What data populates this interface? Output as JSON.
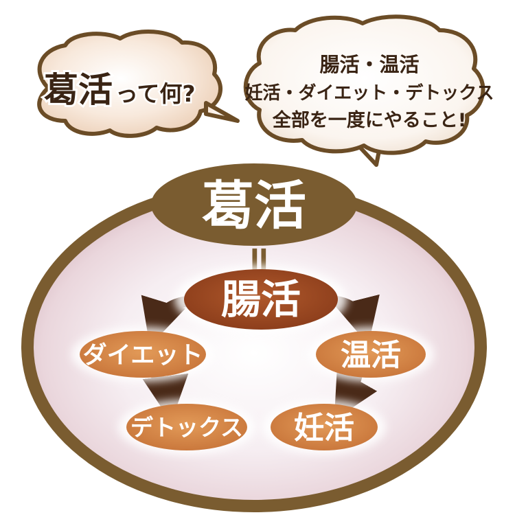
{
  "question_bubble": {
    "main": "葛活",
    "tail": "って何?"
  },
  "answer_bubble": {
    "lines": [
      "腸活・温活",
      "妊活・ダイエット・デトックス",
      "全部を一度にやること!"
    ]
  },
  "diagram": {
    "center_title": "葛活",
    "equals": "=",
    "core": "腸活",
    "nodes": {
      "diet": "ダイエット",
      "detox": "デトックス",
      "warm": "温活",
      "fertility": "妊活"
    }
  },
  "colors": {
    "frame_brown": "#7a5c30",
    "bubble_outline": "#6b4c26",
    "core_brown": "#9c4a22",
    "node_orange": "#d98a4a",
    "arrow_dark": "#4a2a18",
    "text_dark": "#3a2414"
  }
}
